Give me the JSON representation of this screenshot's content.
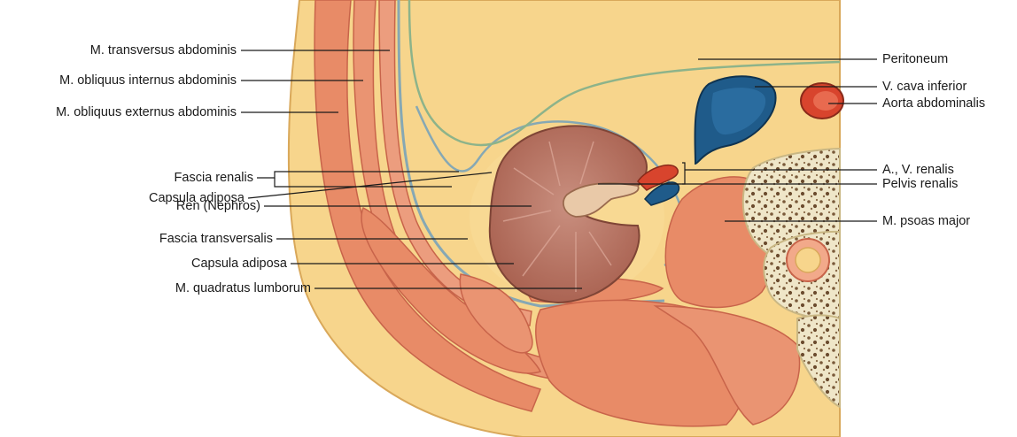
{
  "labels_left": [
    {
      "id": "transversus",
      "text": "M. transversus abdominis"
    },
    {
      "id": "obl-int",
      "text": "M. obliquus internus abdominis"
    },
    {
      "id": "obl-ext",
      "text": "M. obliquus externus abdominis"
    },
    {
      "id": "fascia-renalis",
      "text": "Fascia renalis"
    },
    {
      "id": "capsula-adiposa-1",
      "text": "Capsula adiposa"
    },
    {
      "id": "ren",
      "text": "Ren (Nephros)"
    },
    {
      "id": "fascia-transversalis",
      "text": "Fascia transversalis"
    },
    {
      "id": "capsula-adiposa-2",
      "text": "Capsula adiposa"
    },
    {
      "id": "quadratus",
      "text": "M. quadratus lumborum"
    }
  ],
  "labels_right": [
    {
      "id": "peritoneum",
      "text": "Peritoneum"
    },
    {
      "id": "vci",
      "text": "V. cava inferior"
    },
    {
      "id": "aorta",
      "text": "Aorta abdominalis"
    },
    {
      "id": "renalis-vessels",
      "text": "A., V. renalis"
    },
    {
      "id": "pelvis",
      "text": "Pelvis renalis"
    },
    {
      "id": "psoas",
      "text": "M. psoas major"
    }
  ],
  "colors": {
    "fat": "#f7d58c",
    "fat_dark": "#efc46d",
    "muscle": "#e88b67",
    "muscle_light": "#f2a98a",
    "muscle_edge": "#c8644a",
    "fascia": "#bcd3dd",
    "fascia_edge": "#86a8b4",
    "peritoneum_green": "#8db38a",
    "kidney": "#b3705e",
    "kidney_light": "#c9887a",
    "vein": "#1f5b8a",
    "artery": "#d8442d",
    "bone": "#efe6c8",
    "bone_dots": "#7a5a3a",
    "line": "#1a1a1a"
  }
}
